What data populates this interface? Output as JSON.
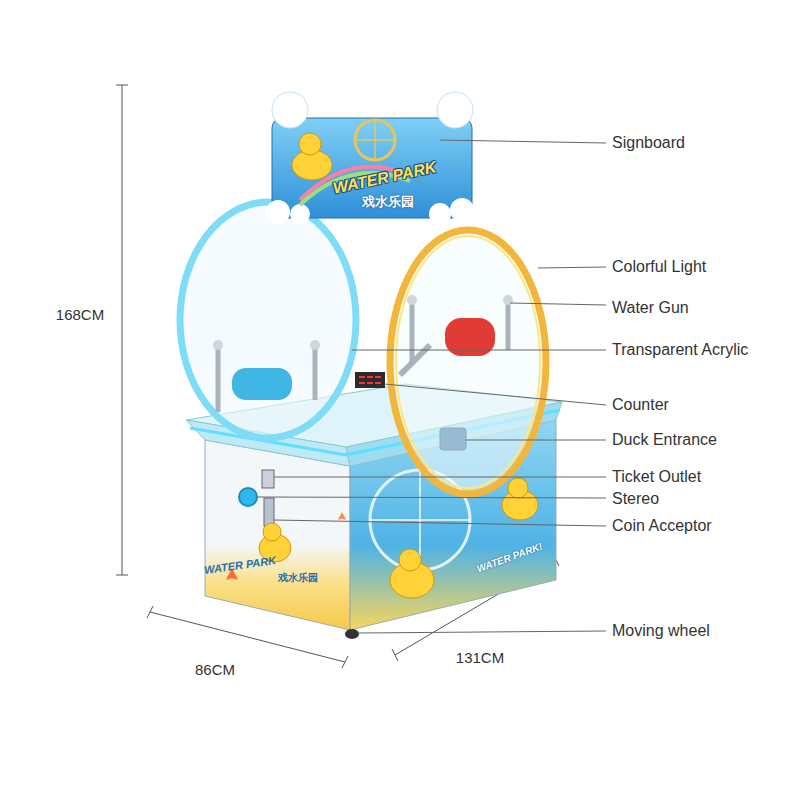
{
  "diagram": {
    "labels": [
      "Signboard",
      "Colorful Light",
      "Water Gun",
      "Transparent Acrylic",
      "Counter",
      "Duck Entrance",
      "Ticket Outlet",
      "Stereo",
      "Coin Acceptor",
      "Moving wheel",
      "168CM",
      "86CM",
      "131CM",
      "WATER PARK",
      "戏水乐园",
      "WATER PARK",
      "戏水乐园",
      "WATER PARK!"
    ]
  }
}
